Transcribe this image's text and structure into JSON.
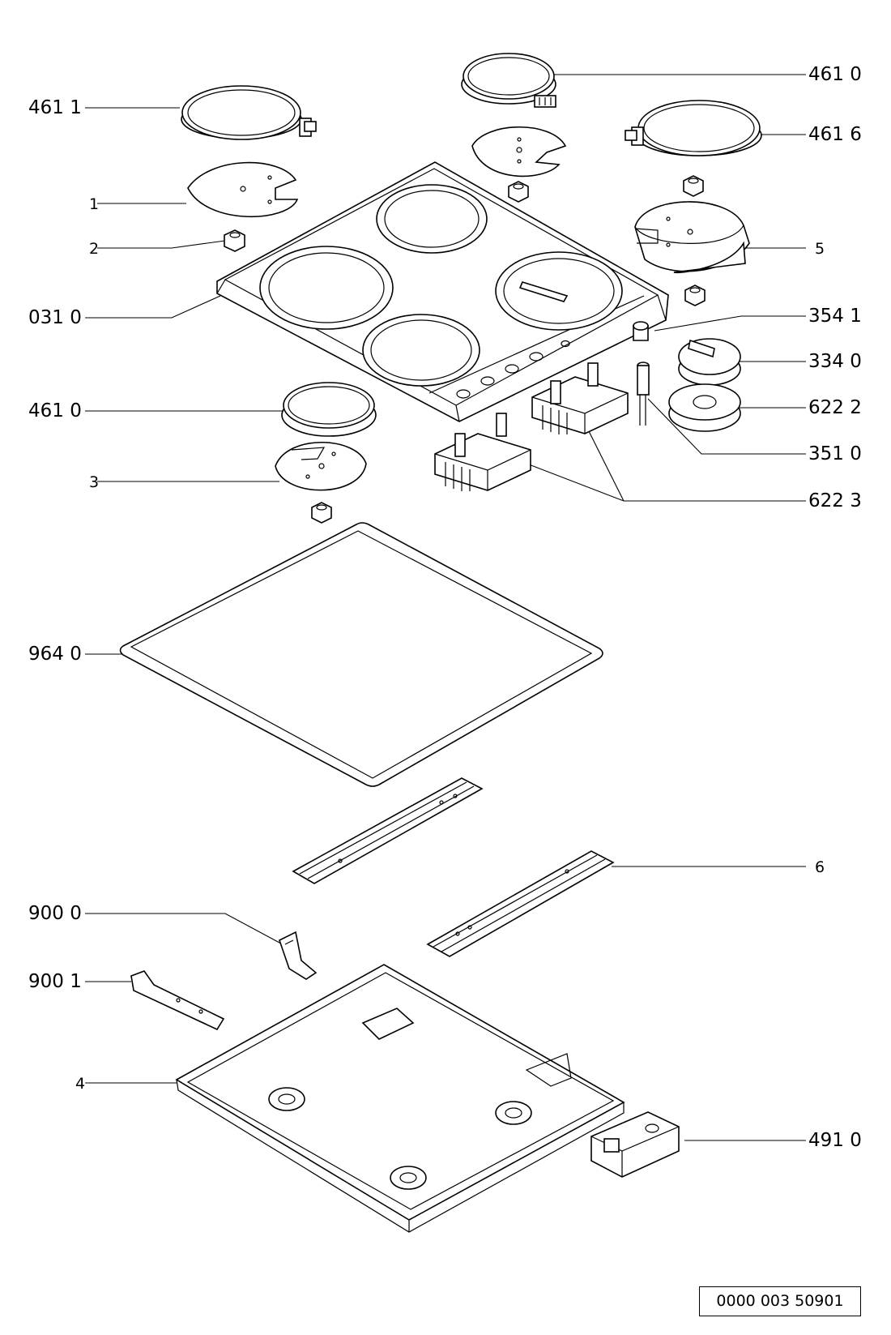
{
  "callouts": {
    "c461_1": "461 1",
    "c461_0_top": "461 0",
    "c461_6": "461 6",
    "c1": "1",
    "c2": "2",
    "c5": "5",
    "c031_0": "031 0",
    "c354_1": "354 1",
    "c334_0": "334 0",
    "c461_0_mid": "461 0",
    "c622_2": "622 2",
    "c351_0": "351 0",
    "c3": "3",
    "c622_3": "622 3",
    "c964_0": "964 0",
    "c6": "6",
    "c900_0": "900 0",
    "c900_1": "900 1",
    "c4": "4",
    "c491_0": "491 0"
  },
  "reference_number": "0000 003 50901"
}
